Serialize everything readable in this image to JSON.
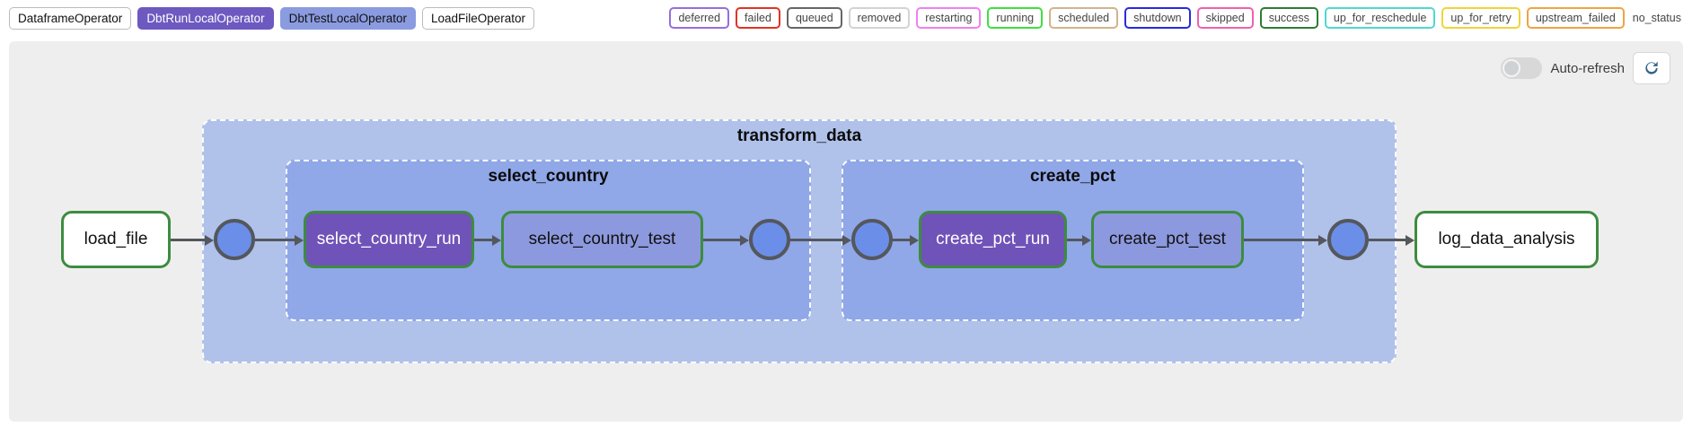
{
  "operator_legend": [
    {
      "label": "DataframeOperator",
      "fill": "#ffffff",
      "text_color": "#111111",
      "border_color": "#bbbbbb"
    },
    {
      "label": "DbtRunLocalOperator",
      "fill": "#6e59c0",
      "text_color": "#ffffff",
      "border_color": "#6e59c0"
    },
    {
      "label": "DbtTestLocalOperator",
      "fill": "#8a9be0",
      "text_color": "#111111",
      "border_color": "#8a9be0"
    },
    {
      "label": "LoadFileOperator",
      "fill": "#ffffff",
      "text_color": "#111111",
      "border_color": "#bbbbbb"
    }
  ],
  "status_legend": [
    {
      "label": "deferred",
      "border_color": "#9370db"
    },
    {
      "label": "failed",
      "border_color": "#e33225"
    },
    {
      "label": "queued",
      "border_color": "#666666"
    },
    {
      "label": "removed",
      "border_color": "#d3d3d3"
    },
    {
      "label": "restarting",
      "border_color": "#ee82ee"
    },
    {
      "label": "running",
      "border_color": "#3fe03f"
    },
    {
      "label": "scheduled",
      "border_color": "#d2b48c"
    },
    {
      "label": "shutdown",
      "border_color": "#2929e0"
    },
    {
      "label": "skipped",
      "border_color": "#f061ad"
    },
    {
      "label": "success",
      "border_color": "#2e7d32"
    },
    {
      "label": "up_for_reschedule",
      "border_color": "#4fd9cf"
    },
    {
      "label": "up_for_retry",
      "border_color": "#f0d43a"
    },
    {
      "label": "upstream_failed",
      "border_color": "#efa443"
    },
    {
      "label": "no_status",
      "border_color": null
    }
  ],
  "toolbar": {
    "auto_refresh_label": "Auto-refresh"
  },
  "graph": {
    "groups": {
      "transform_data": {
        "label": "transform_data",
        "fill": "#b0c2ea"
      },
      "select_country": {
        "label": "select_country",
        "fill": "#90a7e8"
      },
      "create_pct": {
        "label": "create_pct",
        "fill": "#90a7e8"
      }
    },
    "nodes": {
      "load_file": {
        "label": "load_file",
        "fill": "#ffffff",
        "text_color": "#111111",
        "border_color": "#3d8c3f"
      },
      "select_country_run": {
        "label": "select_country_run",
        "fill": "#7053b8",
        "text_color": "#ffffff",
        "border_color": "#3d8c3f"
      },
      "select_country_test": {
        "label": "select_country_test",
        "fill": "#8d99de",
        "text_color": "#111111",
        "border_color": "#3d8c3f"
      },
      "create_pct_run": {
        "label": "create_pct_run",
        "fill": "#7053b8",
        "text_color": "#ffffff",
        "border_color": "#3d8c3f"
      },
      "create_pct_test": {
        "label": "create_pct_test",
        "fill": "#8d99de",
        "text_color": "#111111",
        "border_color": "#3d8c3f"
      },
      "log_data_analysis": {
        "label": "log_data_analysis",
        "fill": "#ffffff",
        "text_color": "#111111",
        "border_color": "#3d8c3f"
      }
    },
    "join_circle": {
      "fill": "#6b8fe8",
      "border_color": "#54575c"
    },
    "edge_color": "#54575c"
  }
}
